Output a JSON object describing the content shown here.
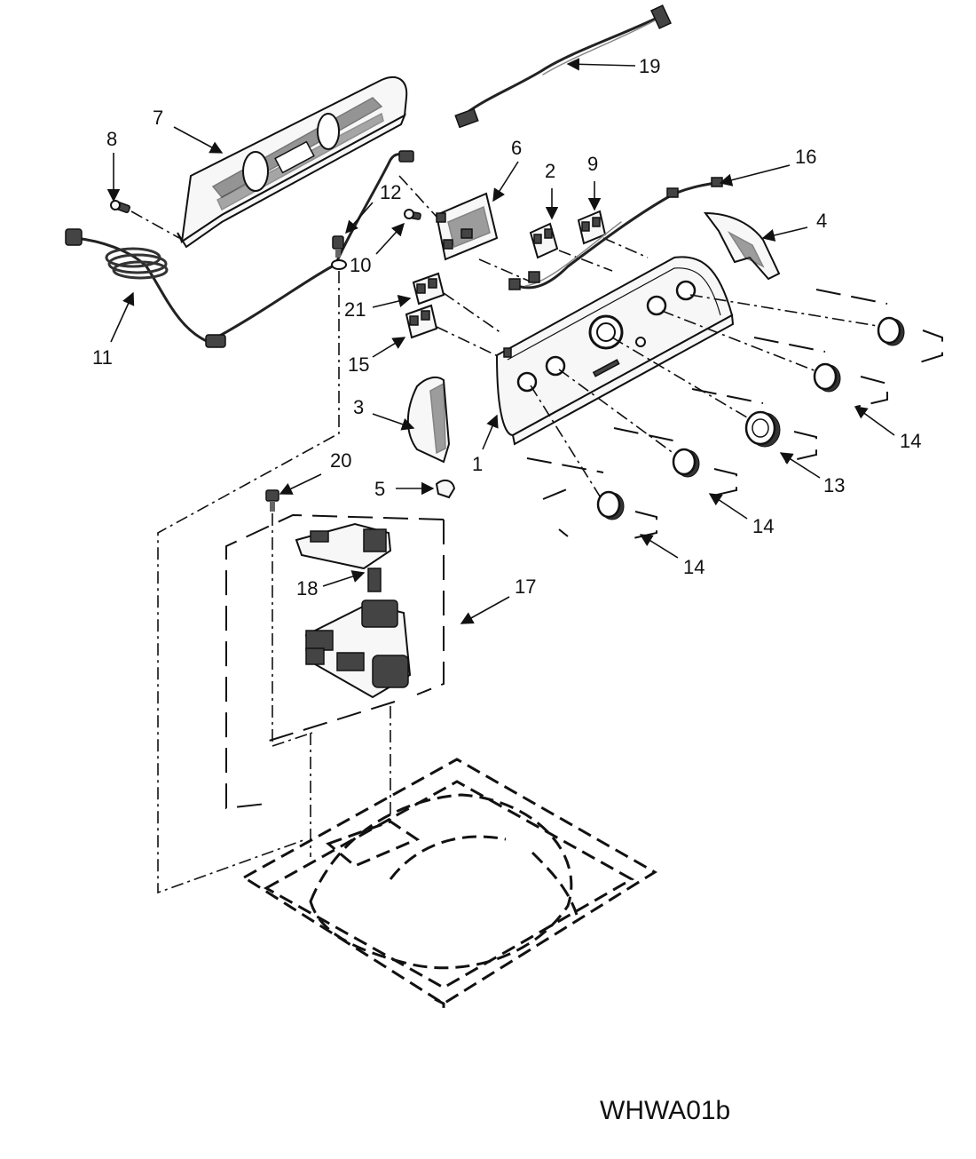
{
  "diagram_code": "WHWA01b",
  "callouts": {
    "c1": "1",
    "c2": "2",
    "c3": "3",
    "c4": "4",
    "c5": "5",
    "c6": "6",
    "c7": "7",
    "c8": "8",
    "c9": "9",
    "c10": "10",
    "c11": "11",
    "c12": "12",
    "c13": "13",
    "c14a": "14",
    "c14b": "14",
    "c14c": "14",
    "c15": "15",
    "c16": "16",
    "c17": "17",
    "c18": "18",
    "c19": "19",
    "c20": "20",
    "c21": "21"
  }
}
